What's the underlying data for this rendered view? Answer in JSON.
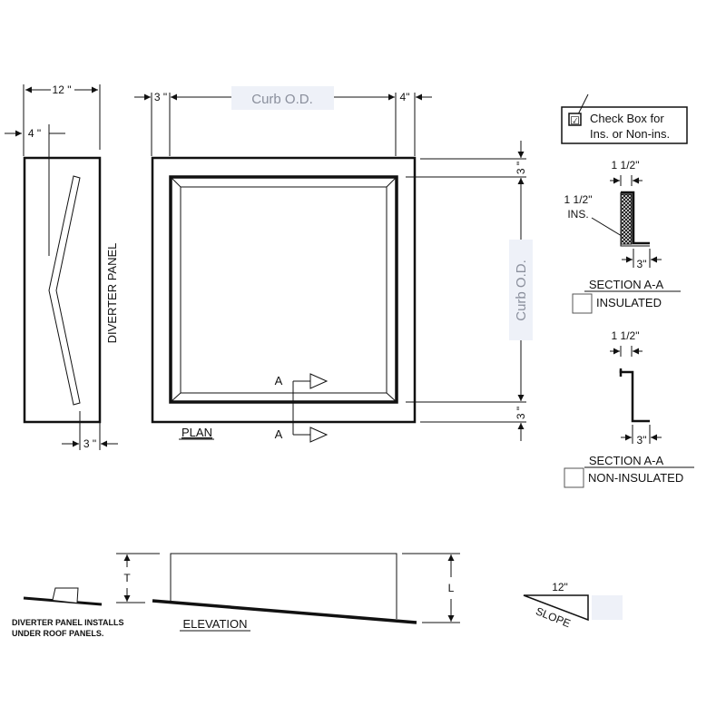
{
  "diverter_side": {
    "width_dim": "12 \"",
    "offset_dim": "4 \"",
    "bottom_dim": "3 \"",
    "label": "DIVERTER PANEL"
  },
  "plan": {
    "left_dim": "3 \"",
    "right_dim": "4\"",
    "top_field": "Curb O.D.",
    "side_field": "Curb O.D.",
    "top_right_dim": "3 \"",
    "bottom_right_dim": "3 \"",
    "section_marker_top": "A",
    "section_marker_bottom": "A",
    "label": "PLAN"
  },
  "check_box": {
    "line1": "Check Box for",
    "line2": "Ins. or Non-ins.",
    "mark": "☑"
  },
  "section_insulated": {
    "top_dim": "1 1/2\"",
    "ins_line1": "1 1/2\"",
    "ins_line2": "INS.",
    "bottom_dim": "3\"",
    "title": "SECTION A-A",
    "option_label": "INSULATED"
  },
  "section_non_insulated": {
    "top_dim": "1 1/2\"",
    "bottom_dim": "3\"",
    "title": "SECTION A-A",
    "option_label": "NON-INSULATED"
  },
  "elevation": {
    "t_dim": "T",
    "l_dim": "L",
    "label": "ELEVATION",
    "note_line1": "DIVERTER PANEL INSTALLS",
    "note_line2": "UNDER ROOF PANELS."
  },
  "slope": {
    "run": "12\"",
    "label": "SLOPE",
    "rise_field": ""
  }
}
